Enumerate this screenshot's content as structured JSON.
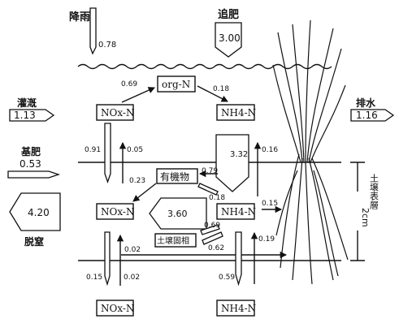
{
  "inputs": {
    "rainfall_label": "降雨",
    "rainfall_value": "0.78",
    "topdress_label": "追肥",
    "topdress_value": "3.00",
    "irrigation_label": "灌漑",
    "irrigation_value": "1.13",
    "basal_label": "基肥",
    "basal_value": "0.53",
    "drainage_label": "排水",
    "drainage_value": "1.16",
    "denitrification_label": "脱窒",
    "denitrification_value": "4.20"
  },
  "pools": {
    "org_n": "org-N",
    "nox_water": "NOx-N",
    "nh4_water": "NH4-N",
    "organic": "有機物",
    "nox_soil": "NOx-N",
    "nh4_soil": "NH4-N",
    "soil_fixed": "土壌固相",
    "nox_bottom": "NOx-N",
    "nh4_bottom": "NH4-N",
    "plant_uptake_value": "3.60",
    "topsoil_label": "土壌表層",
    "depth_label": "2cm"
  },
  "flows": {
    "f069": "0.69",
    "f018": "0.18",
    "f091": "0.91",
    "f005": "0.05",
    "f332": "3.32",
    "f016": "0.16",
    "f023": "0.23",
    "f079": "0.79",
    "f018b": "0.18",
    "f015": "0.15",
    "f069b": "0.69",
    "f062": "0.62",
    "f019": "0.19",
    "f002a": "0.02",
    "f015b": "0.15",
    "f002b": "0.02",
    "f059": "0.59"
  }
}
